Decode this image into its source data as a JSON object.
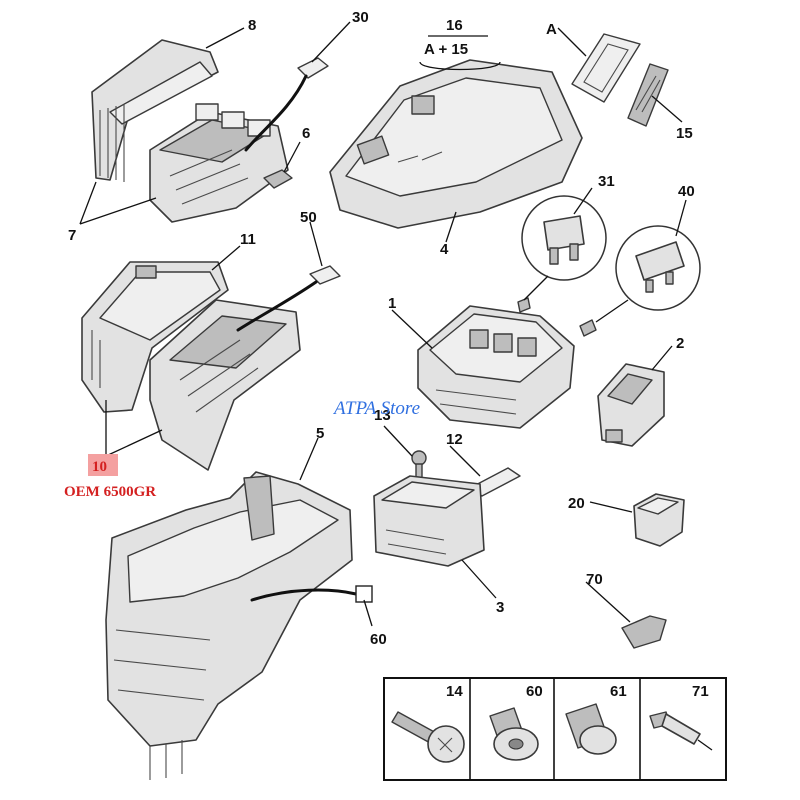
{
  "callouts": {
    "c8": "8",
    "c30": "30",
    "c16": "16",
    "c16sub": "A + 15",
    "cA": "A",
    "c6": "6",
    "c7": "7",
    "c4": "4",
    "c15": "15",
    "c31": "31",
    "c40": "40",
    "c11": "11",
    "c50": "50",
    "c1": "1",
    "c2": "2",
    "c10": "10",
    "c5": "5",
    "c13": "13",
    "c12": "12",
    "c20": "20",
    "c3": "3",
    "c70": "70",
    "c60": "60"
  },
  "highlight": {
    "oem": "OEM 6500GR"
  },
  "watermark": "ATPA Store",
  "fasteners": {
    "f14": "14",
    "f60": "60",
    "f61": "61",
    "f71": "71"
  }
}
